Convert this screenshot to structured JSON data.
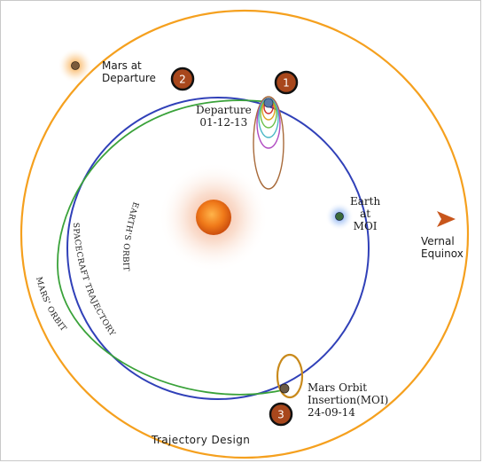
{
  "labels": {
    "mars_departure_line1": "Mars at",
    "mars_departure_line2": "Departure",
    "departure_title": "Departure",
    "departure_date": "01-12-13",
    "earth_moi_line1": "Earth",
    "earth_moi_line2": "at",
    "earth_moi_line3": "MOI",
    "vernal_line1": "Vernal",
    "vernal_line2": "Equinox",
    "moi_line1": "Mars Orbit",
    "moi_line2": "Insertion(MOI)",
    "moi_date": "24-09-14",
    "footer": "Trajectory Design",
    "earth_orbit": "EARTH'S ORBIT",
    "spacecraft_trajectory": "SPACECRAFT TRAJECTORY",
    "mars_orbit": "MARS' ORBIT"
  },
  "badges": [
    "1",
    "2",
    "3"
  ],
  "colors": {
    "mars_orbit": "#f5a01e",
    "earth_orbit": "#3040b8",
    "spacecraft_trajectory": "#3aa23a",
    "badge_fill": "#a8471c",
    "vernal_arrow": "#c8561c"
  }
}
